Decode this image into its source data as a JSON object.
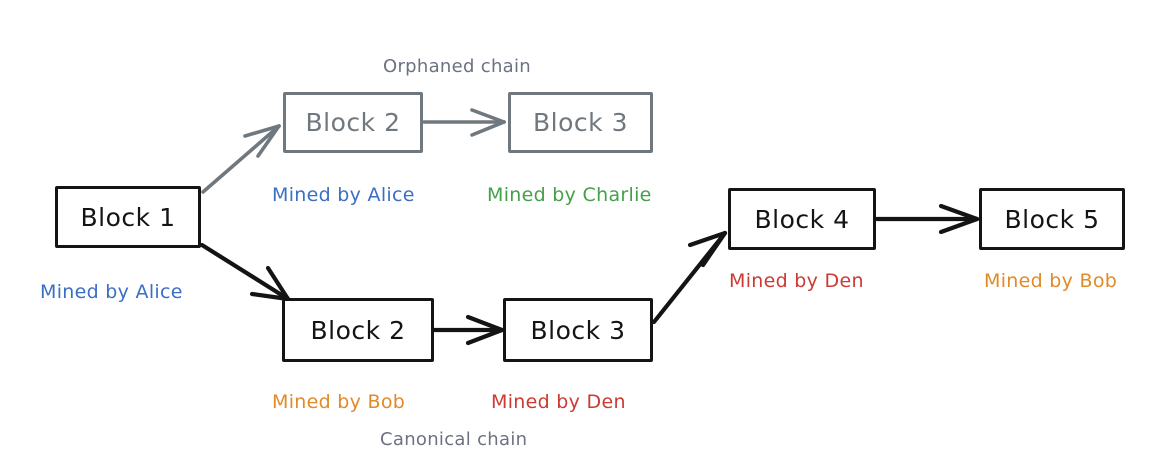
{
  "diagram": {
    "title_top": "Orphaned chain",
    "title_bottom": "Canonical chain",
    "colors": {
      "black": "#141414",
      "gray": "#70787f",
      "blue_alice": "#3b6fc4",
      "green_charlie": "#45a049",
      "orange_bob": "#e08a28",
      "red_den": "#cc3a33",
      "note_gray": "#6b7280",
      "background": "#ffffff"
    }
  },
  "blocks": {
    "block1": {
      "label": "Block 1",
      "miner": "Mined by Alice"
    },
    "orphan_block2": {
      "label": "Block 2",
      "miner": "Mined by Alice"
    },
    "orphan_block3": {
      "label": "Block 3",
      "miner": "Mined by Charlie"
    },
    "canon_block2": {
      "label": "Block 2",
      "miner": "Mined by Bob"
    },
    "canon_block3": {
      "label": "Block 3",
      "miner": "Mined by Den"
    },
    "canon_block4": {
      "label": "Block 4",
      "miner": "Mined by Den"
    },
    "canon_block5": {
      "label": "Block 5",
      "miner": "Mined by Bob"
    }
  }
}
